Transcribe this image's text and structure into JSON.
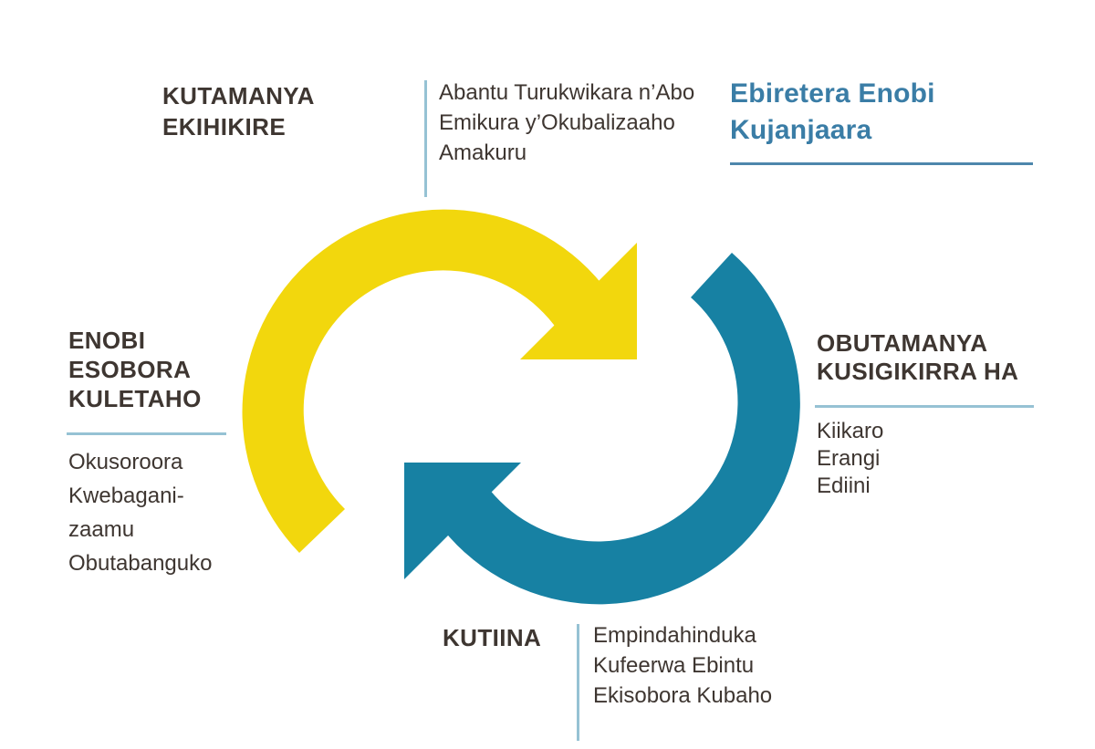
{
  "colors": {
    "background": "#ffffff",
    "text_dark": "#3E3631",
    "title_teal": "#3A7DA6",
    "title_underline_teal": "#4E87AC",
    "separator_light_blue": "#96C2D4",
    "arrow_yellow": "#F2D70D",
    "arrow_blue": "#1781A3"
  },
  "title": {
    "lines": [
      "Ebiretera Enobi",
      "Kujanjaara"
    ]
  },
  "stages": [
    {
      "id": "top",
      "heading": [
        "KUTAMANYA",
        "EKIHIKIRE"
      ],
      "body": [
        "Abantu Turukwikara n’Abo",
        "Emikura y’Okubalizaaho",
        "Amakuru"
      ]
    },
    {
      "id": "right",
      "heading": [
        "OBUTAMANYA",
        "KUSIGIKIRRA HA"
      ],
      "body": [
        "Kiikaro",
        "Erangi",
        "Ediini"
      ]
    },
    {
      "id": "bottom",
      "heading": [
        "KUTIINA"
      ],
      "body": [
        "Empindahinduka",
        "Kufeerwa Ebintu",
        "Ekisobora Kubaho"
      ]
    },
    {
      "id": "left",
      "heading": [
        "ENOBI",
        "ESOBORA",
        "KULETAHO"
      ],
      "body": [
        "Okusoroora",
        "Kwebagani-",
        "zaamu",
        "Obutabanguko"
      ]
    }
  ],
  "diagram": {
    "type": "cycle",
    "direction": "clockwise",
    "arrows": [
      "yellow-cycle-arrow",
      "blue-cycle-arrow"
    ]
  }
}
